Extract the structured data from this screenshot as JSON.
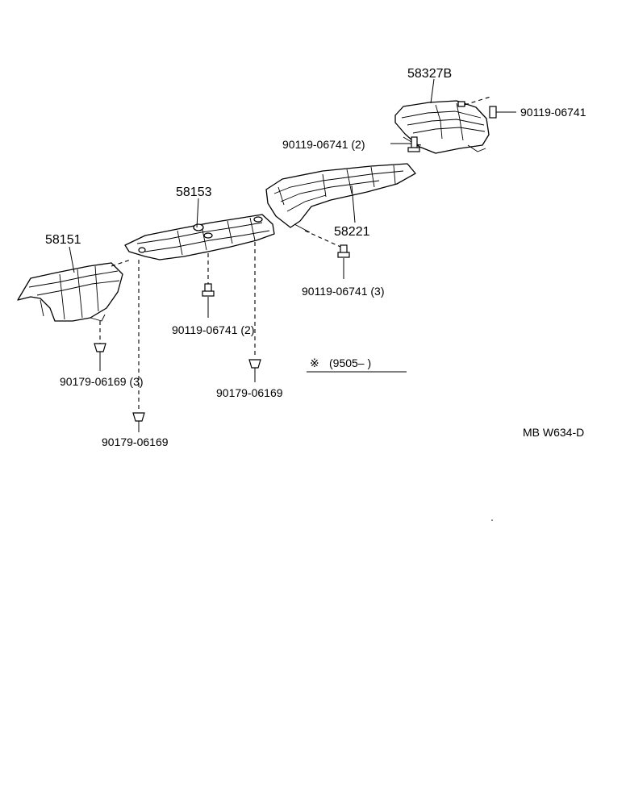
{
  "parts": {
    "p58327b": "58327B",
    "p58221": "58221",
    "p58153": "58153",
    "p58151": "58151"
  },
  "fasteners": {
    "f_top_right": "90119-06741",
    "f_top_left": "90119-06741 (2)",
    "f_58221": "90119-06741 (3)",
    "f_58153": "90119-06741 (2)",
    "f_58153_nut": "90179-06169",
    "f_58151_nut": "90179-06169 (3)",
    "f_bottom_nut": "90179-06169"
  },
  "note": {
    "symbol": "※",
    "text": "(9505–        )"
  },
  "footer": {
    "code": "MB  W634-D"
  }
}
